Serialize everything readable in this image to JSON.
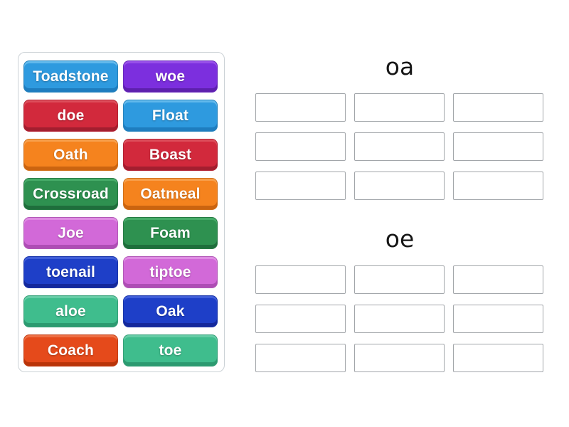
{
  "page": {
    "background": "#ffffff",
    "activity_type": "group-sort"
  },
  "palette": {
    "blue": {
      "main": "#2E9ADF",
      "light": "#62B9EC",
      "dark": "#1E7DBF"
    },
    "purple": {
      "main": "#7C2FDE",
      "light": "#984FE9",
      "dark": "#5E20AE"
    },
    "red": {
      "main": "#D2293C",
      "light": "#DD4E5B",
      "dark": "#A31E2F"
    },
    "orange": {
      "main": "#F5831E",
      "light": "#F8A04C",
      "dark": "#CB6410"
    },
    "green": {
      "main": "#2E9150",
      "light": "#47AC69",
      "dark": "#1F6E3C"
    },
    "orchid": {
      "main": "#D269D8",
      "light": "#DF8CE3",
      "dark": "#AE4DB5"
    },
    "royalblue": {
      "main": "#1E3FC8",
      "light": "#3F5DD8",
      "dark": "#14289B"
    },
    "seagreen": {
      "main": "#3FBD8D",
      "light": "#66CCA6",
      "dark": "#2C9A70"
    },
    "orangered": {
      "main": "#E54A1B",
      "light": "#ED7045",
      "dark": "#B93409"
    }
  },
  "word_bank": {
    "tiles": [
      {
        "label": "Toadstone",
        "color": "blue"
      },
      {
        "label": "woe",
        "color": "purple"
      },
      {
        "label": "doe",
        "color": "red"
      },
      {
        "label": "Float",
        "color": "blue"
      },
      {
        "label": "Oath",
        "color": "orange"
      },
      {
        "label": "Boast",
        "color": "red"
      },
      {
        "label": "Crossroad",
        "color": "green"
      },
      {
        "label": "Oatmeal",
        "color": "orange"
      },
      {
        "label": "Joe",
        "color": "orchid"
      },
      {
        "label": "Foam",
        "color": "green"
      },
      {
        "label": "toenail",
        "color": "royalblue"
      },
      {
        "label": "tiptoe",
        "color": "orchid"
      },
      {
        "label": "aloe",
        "color": "seagreen"
      },
      {
        "label": "Oak",
        "color": "royalblue"
      },
      {
        "label": "Coach",
        "color": "orangered"
      },
      {
        "label": "toe",
        "color": "seagreen"
      }
    ]
  },
  "groups": [
    {
      "label": "oa",
      "slots": 9,
      "columns": 3
    },
    {
      "label": "oe",
      "slots": 9,
      "columns": 3
    }
  ]
}
